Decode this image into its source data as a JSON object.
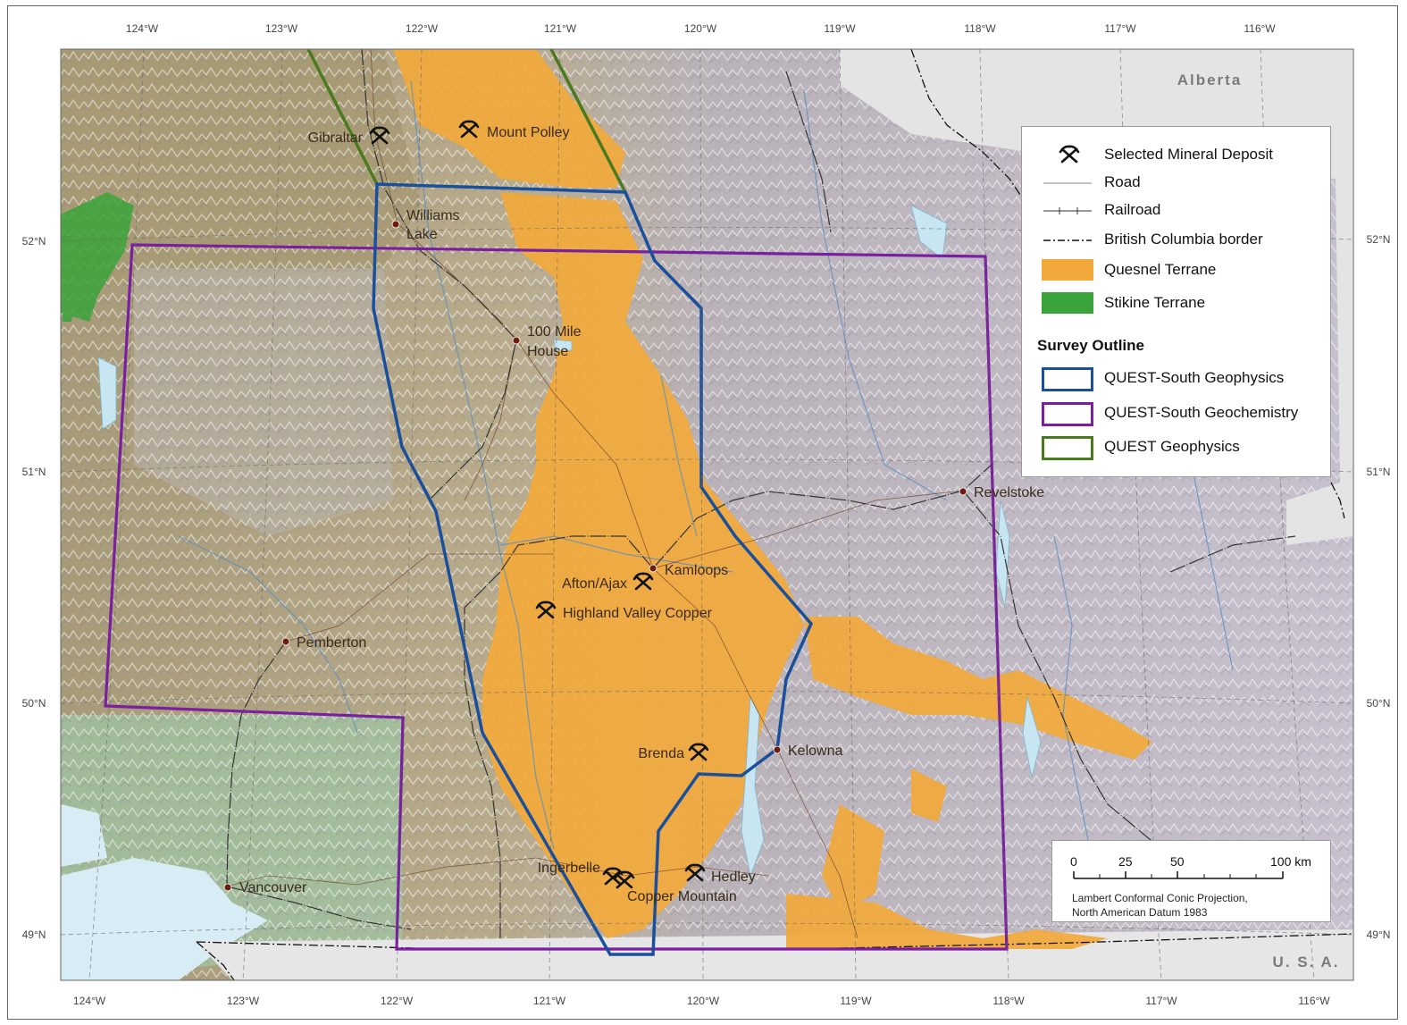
{
  "map": {
    "top_lon_labels": [
      "124°W",
      "123°W",
      "122°W",
      "121°W",
      "120°W",
      "119°W",
      "118°W",
      "117°W",
      "116°W"
    ],
    "bottom_lon_labels": [
      "124°W",
      "123°W",
      "122°W",
      "121°W",
      "120°W",
      "119°W",
      "118°W",
      "117°W",
      "116°W"
    ],
    "left_lat_labels": [
      "52°N",
      "51°N",
      "50°N",
      "49°N"
    ],
    "right_lat_labels": [
      "52°N",
      "51°N",
      "50°N",
      "49°N"
    ],
    "regions": {
      "alberta": "Alberta",
      "usa": "U. S. A."
    },
    "cities": [
      "Williams Lake",
      "100 Mile House",
      "Kamloops",
      "Pemberton",
      "Kelowna",
      "Revelstoke",
      "Vancouver"
    ],
    "williams_lake": [
      "Williams",
      "Lake"
    ],
    "hundred_mile": [
      "100 Mile",
      "House"
    ],
    "deposits": [
      "Gibraltar",
      "Mount Polley",
      "Afton/Ajax",
      "Highland Valley Copper",
      "Brenda",
      "Ingerbelle",
      "Hedley",
      "Copper Mountain"
    ]
  },
  "legend": {
    "items": [
      "Selected Mineral Deposit",
      "Road",
      "Railroad",
      "British Columbia border",
      "Quesnel Terrane",
      "Stikine Terrane"
    ],
    "survey_heading": "Survey Outline",
    "survey_items": [
      "QUEST-South Geophysics",
      "QUEST-South Geochemistry",
      "QUEST Geophysics"
    ],
    "colors": {
      "quesnel": "#f2a93b",
      "stikine": "#3aa33a",
      "quest_south_geophysics": "#1a4f9c",
      "quest_south_geochemistry": "#7a1fa0",
      "quest_geophysics": "#4a7a1e"
    }
  },
  "scale": {
    "labels": [
      "0",
      "25",
      "50",
      "100 km"
    ],
    "notes": [
      "Lambert Conformal Conic Projection,",
      "North American Datum 1983"
    ]
  }
}
